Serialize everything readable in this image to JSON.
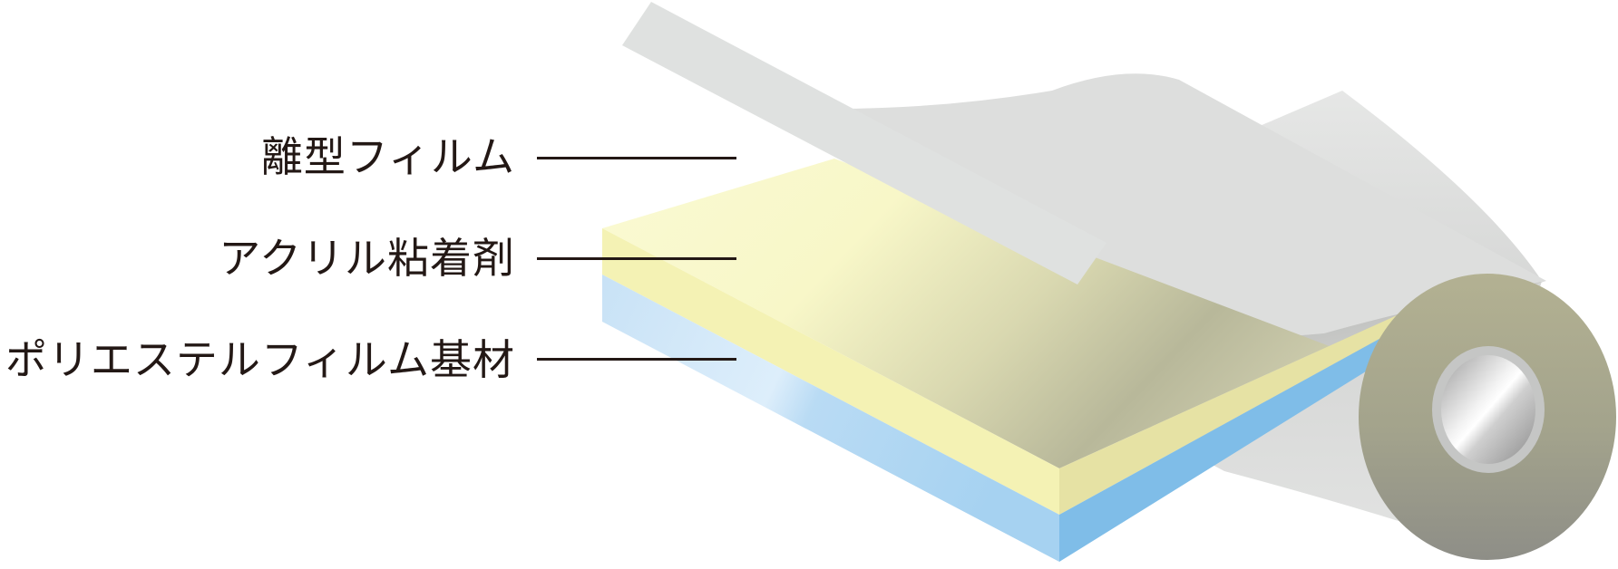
{
  "layers": [
    {
      "id": "release-film",
      "label": "離型フィルム"
    },
    {
      "id": "acrylic-adhesive",
      "label": "アクリル粘着剤"
    },
    {
      "id": "polyester-base",
      "label": "ポリエステルフィルム基材"
    }
  ],
  "colors": {
    "text": "#231815",
    "release_film": "#dfe1e0",
    "adhesive_top": "#faf8d2",
    "adhesive_side": "#f3f0b2",
    "base_side": "#c5e2f6",
    "base_edge": "#7fbde8",
    "roll_face": "#a8a890",
    "roll_core": "#c8c8c8"
  }
}
